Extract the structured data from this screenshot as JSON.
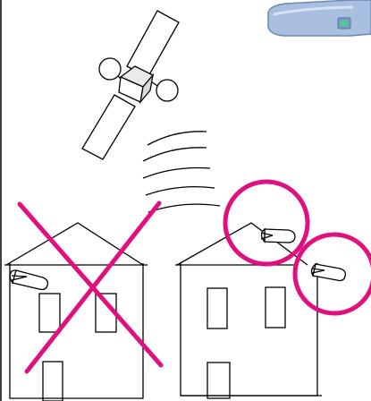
{
  "colors": {
    "line": "#000000",
    "highlight": "#e0107f",
    "background": "#ffffff",
    "device_body": "#a9bfe0",
    "device_shadow": "#6d86b5",
    "device_led": "#48d08a"
  },
  "icons": {
    "satellite": "satellite-icon",
    "signal": "signal-waves-icon",
    "gps_receiver": "gps-receiver-icon",
    "house": "house-icon",
    "cross": "cross-mark-icon",
    "circle": "highlight-circle-icon"
  },
  "diagram": {
    "signal_arc_count": 5,
    "houses": [
      {
        "role": "bad-placement",
        "crossed_out": true
      },
      {
        "role": "good-placement",
        "crossed_out": false,
        "highlighted_positions": [
          "roof",
          "wall-corner"
        ]
      }
    ]
  }
}
